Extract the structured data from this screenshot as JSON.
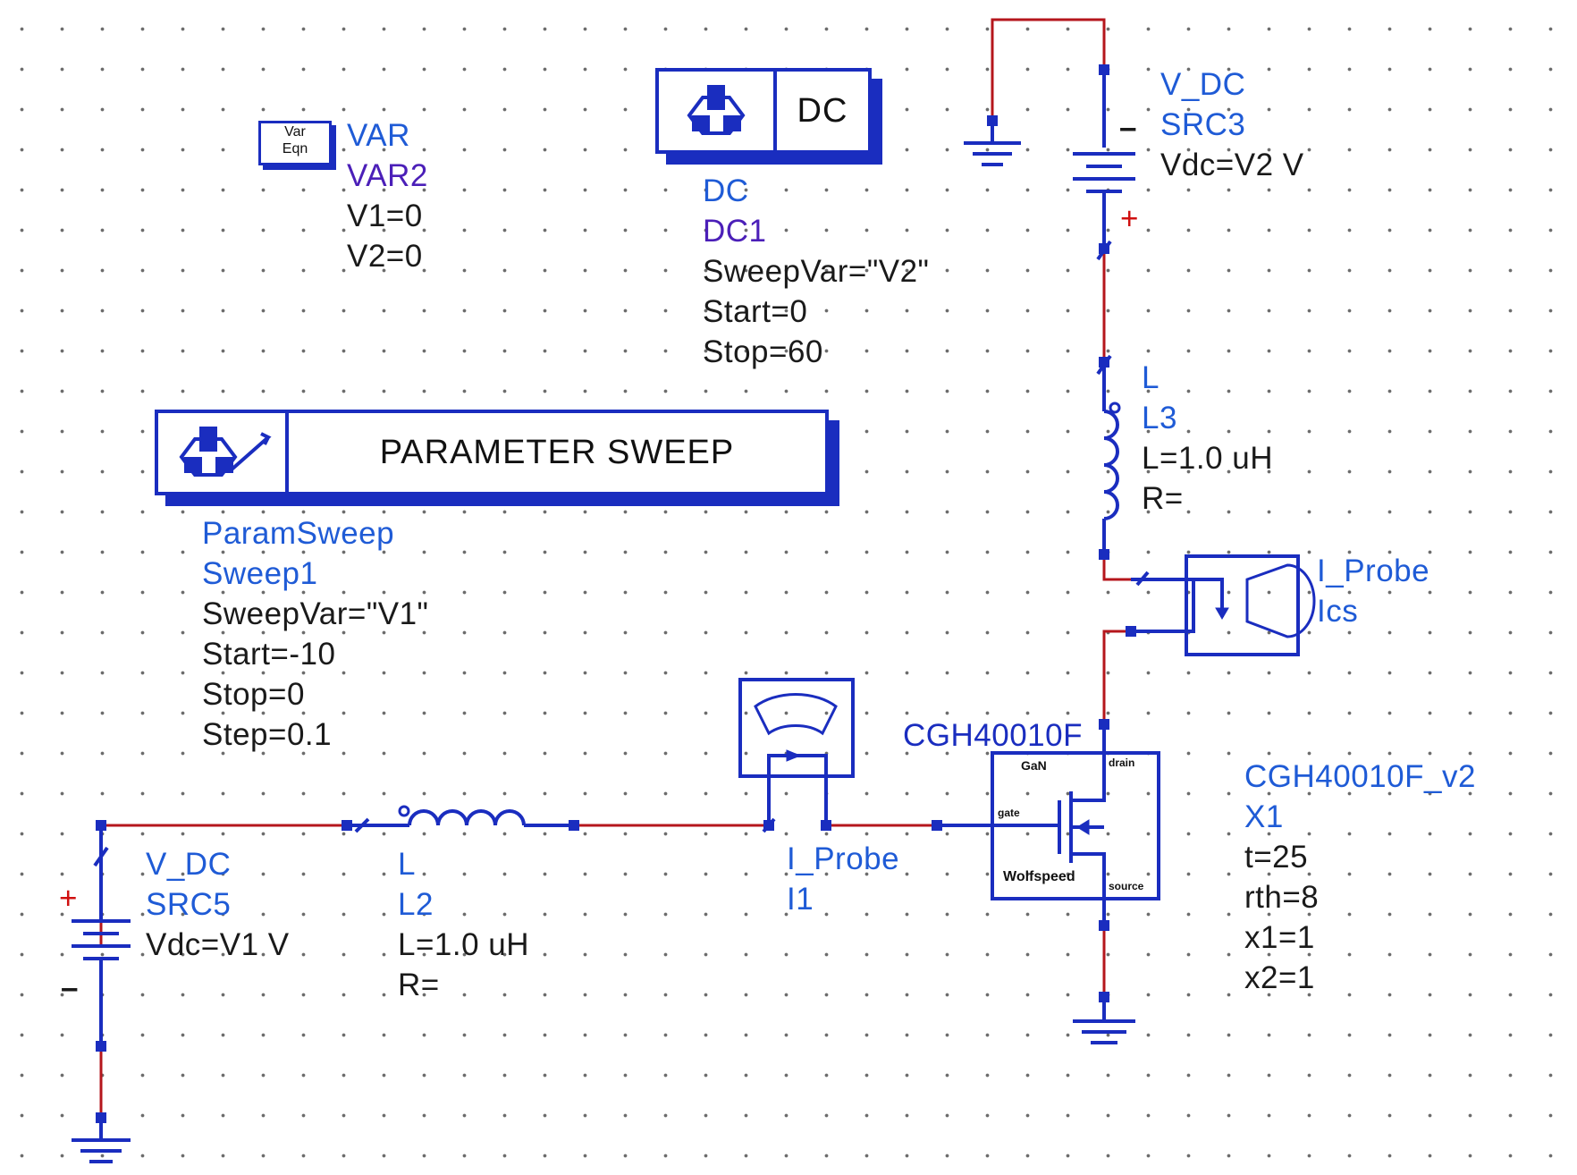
{
  "var_block": {
    "icon_line1": "Var",
    "icon_line2": "Eqn",
    "type": "VAR",
    "name": "VAR2",
    "params": [
      "V1=0",
      "V2=0"
    ]
  },
  "dc_block": {
    "title": "DC",
    "type": "DC",
    "name": "DC1",
    "params": [
      "SweepVar=\"V2\"",
      "Start=0",
      "Stop=60"
    ]
  },
  "sweep_block": {
    "title": "PARAMETER SWEEP",
    "type": "ParamSweep",
    "name": "Sweep1",
    "params": [
      "SweepVar=\"V1\"",
      "Start=-10",
      "Stop=0",
      "Step=0.1"
    ]
  },
  "src3": {
    "type": "V_DC",
    "name": "SRC3",
    "params": [
      "Vdc=V2 V"
    ],
    "minus": "–",
    "plus": "+"
  },
  "l3": {
    "type": "L",
    "name": "L3",
    "params": [
      "L=1.0 uH",
      "R="
    ]
  },
  "probe_ics": {
    "type": "I_Probe",
    "name": "Ics"
  },
  "probe_i1": {
    "type": "I_Probe",
    "name": "I1"
  },
  "transistor": {
    "model": "CGH40010F",
    "type": "CGH40010F_v2",
    "name": "X1",
    "params": [
      "t=25",
      "rth=8",
      "x1=1",
      "x2=1"
    ],
    "body_labels": {
      "top": "GaN",
      "drain": "drain",
      "gate": "gate",
      "source": "source",
      "bottom": "Wolfspeed"
    }
  },
  "src5": {
    "type": "V_DC",
    "name": "SRC5",
    "params": [
      "Vdc=V1 V"
    ],
    "plus": "+",
    "minus": "–"
  },
  "l2": {
    "type": "L",
    "name": "L2",
    "params": [
      "L=1.0 uH",
      "R="
    ]
  },
  "colors": {
    "wire": "#b5161c",
    "component": "#1a2dbf",
    "label_blue": "#1f5bd6",
    "label_purple": "#4b1fb8",
    "text": "#1a1a1a"
  }
}
